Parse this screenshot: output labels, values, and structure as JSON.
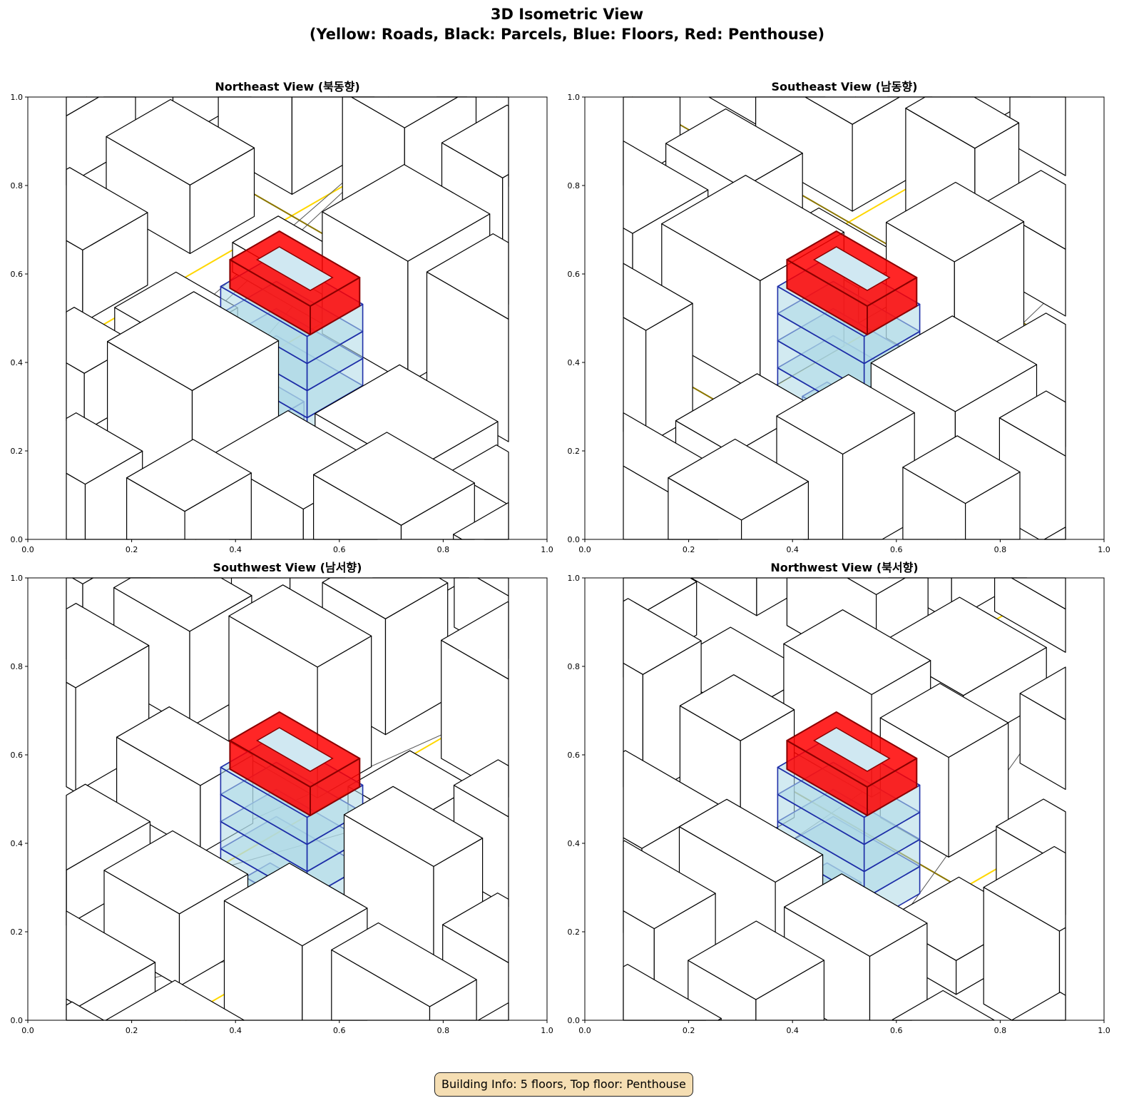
{
  "title_line1": "3D Isometric View",
  "title_line2": "(Yellow: Roads, Black: Parcels, Blue: Floors, Red: Penthouse)",
  "panels": [
    {
      "title": "Northeast View (북동향)",
      "seed": 11
    },
    {
      "title": "Southeast View (남동향)",
      "seed": 23
    },
    {
      "title": "Southwest View (남서향)",
      "seed": 37
    },
    {
      "title": "Northwest View (북서향)",
      "seed": 53
    }
  ],
  "ticks": {
    "x": [
      "0.0",
      "0.2",
      "0.4",
      "0.6",
      "0.8",
      "1.0"
    ],
    "y": [
      "0.0",
      "0.2",
      "0.4",
      "0.6",
      "0.8",
      "1.0"
    ]
  },
  "building": {
    "floors": 5,
    "blue_floors": 4,
    "top_floor": "Penthouse"
  },
  "colors": {
    "road": "#ffd700",
    "road_edge": "#8b7500",
    "parcel": "#000000",
    "floor_fill": "#add8e6",
    "floor_edge": "#1f2fa8",
    "penthouse": "#ff0000",
    "penthouse_edge": "#8b0000",
    "info_bg": "#f5deb3"
  },
  "info": "Building Info: 5 floors, Top floor: Penthouse"
}
